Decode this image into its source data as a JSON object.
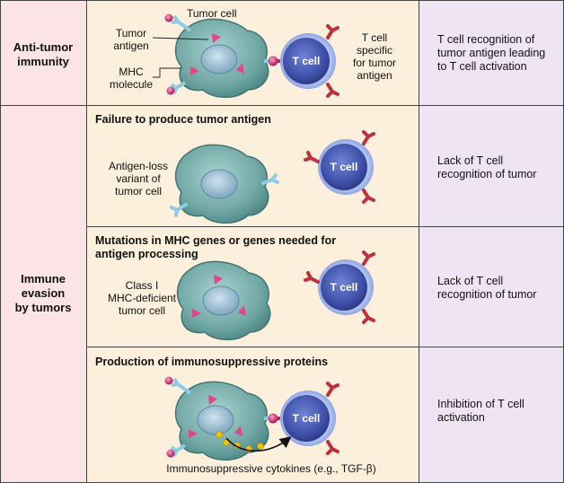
{
  "rows": {
    "anti_tumor": {
      "label_line1": "Anti-tumor",
      "label_line2": "immunity",
      "captions": {
        "tumor_cell": "Tumor cell",
        "tumor_antigen_1": "Tumor",
        "tumor_antigen_2": "antigen",
        "mhc_1": "MHC",
        "mhc_2": "molecule",
        "tcell_specific_1": "T cell",
        "tcell_specific_2": "specific",
        "tcell_specific_3": "for tumor",
        "tcell_specific_4": "antigen"
      },
      "outcome_1": "T cell recognition of",
      "outcome_2": "tumor antigen leading",
      "outcome_3": "to T cell activation"
    },
    "immune_evasion": {
      "label_line1": "Immune",
      "label_line2": "evasion",
      "label_line3": "by tumors",
      "failure": {
        "heading": "Failure to produce tumor antigen",
        "caption_1": "Antigen-loss",
        "caption_2": "variant of",
        "caption_3": "tumor cell",
        "outcome_1": "Lack of T cell",
        "outcome_2": "recognition of tumor"
      },
      "mhc_mutation": {
        "heading_1": "Mutations in MHC genes or genes needed for",
        "heading_2": "antigen processing",
        "caption_1": "Class I",
        "caption_2": "MHC-deficient",
        "caption_3": "tumor cell",
        "outcome_1": "Lack of T cell",
        "outcome_2": "recognition of tumor"
      },
      "immunosuppressive": {
        "heading": "Production of immunosuppressive proteins",
        "caption": "Immunosuppressive cytokines (e.g., TGF-β)",
        "outcome_1": "Inhibition of T cell",
        "outcome_2": "activation"
      }
    }
  },
  "tcell_label": "T cell",
  "colors": {
    "left_column": "#fbe3e6",
    "middle_column": "#fcefdc",
    "right_column": "#efe4f3",
    "tumor_cell": "#6fa6a4",
    "tcell": "#3f4fa8",
    "antigen": "#e0478a",
    "mhc": "#8ecbe6",
    "tcr": "#c0303c",
    "cytokine": "#f2c200"
  }
}
